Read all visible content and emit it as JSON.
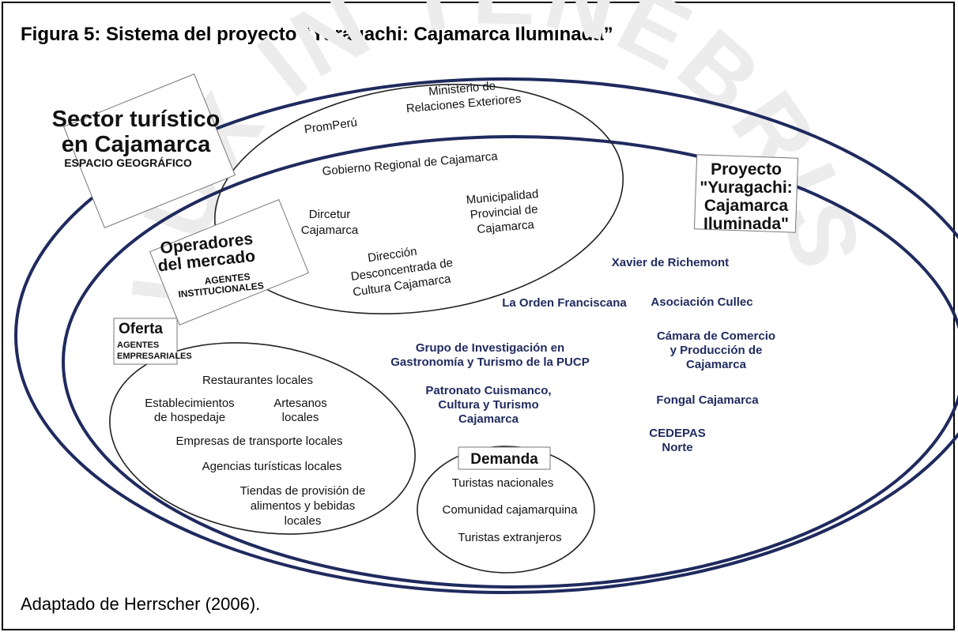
{
  "figure": {
    "title": "Figura 5: Sistema del proyecto “Yuragachi: Cajamarca Iluminada”",
    "source": "Adaptado de Herrscher (2006)."
  },
  "watermark": {
    "text": "LUX IN TENEBRIS LUCET"
  },
  "colors": {
    "outer_ellipse": "#1f2a5e",
    "entity_text": "#1f2a5e",
    "black": "#000000"
  },
  "sector": {
    "title_line1": "Sector turístico",
    "title_line2": "en Cajamarca",
    "subtitle": "ESPACIO GEOGRÁFICO"
  },
  "project": {
    "line1": "Proyecto",
    "line2": "\"Yuragachi:",
    "line3": "Cajamarca",
    "line4": "Iluminada\""
  },
  "operators": {
    "title_line1": "Operadores",
    "title_line2": "del mercado",
    "subtitle_line1": "AGENTES",
    "subtitle_line2": "INSTITUCIONALES",
    "items": {
      "promperu": "PromPerú",
      "ministerio_1": "Ministerio de",
      "ministerio_2": "Relaciones Exteriores",
      "gobierno": "Gobierno Regional de Cajamarca",
      "dircetur_1": "Dircetur",
      "dircetur_2": "Cajamarca",
      "muni_1": "Municipalidad",
      "muni_2": "Provincial de",
      "muni_3": "Cajamarca",
      "dir_1": "Dirección",
      "dir_2": "Desconcentrada de",
      "dir_3": "Cultura Cajamarca"
    }
  },
  "offer": {
    "title": "Oferta",
    "subtitle_line1": "AGENTES",
    "subtitle_line2": "EMPRESARIALES",
    "items": {
      "restaurantes": "Restaurantes locales",
      "estab_1": "Establecimientos",
      "estab_2": "de hospedaje",
      "artesanos_1": "Artesanos",
      "artesanos_2": "locales",
      "transporte": "Empresas de transporte locales",
      "agencias": "Agencias turísticas locales",
      "tiendas_1": "Tiendas de provisión de",
      "tiendas_2": "alimentos y bebidas",
      "tiendas_3": "locales"
    }
  },
  "demand": {
    "title": "Demanda",
    "items": {
      "nacionales": "Turistas nacionales",
      "comunidad": "Comunidad cajamarquina",
      "extranjeros": "Turistas extranjeros"
    }
  },
  "partners": {
    "xavier": "Xavier de Richemont",
    "franciscana": "La Orden Franciscana",
    "cullec": "Asociación Cullec",
    "camara_1": "Cámara de Comercio",
    "camara_2": "y Producción de",
    "camara_3": "Cajamarca",
    "grupo_1": "Grupo de Investigación en",
    "grupo_2": "Gastronomía y Turismo de la PUCP",
    "patronato_1": "Patronato Cuismanco,",
    "patronato_2": "Cultura y Turismo",
    "patronato_3": "Cajamarca",
    "fongal": "Fongal Cajamarca",
    "cedepas_1": "CEDEPAS",
    "cedepas_2": "Norte"
  }
}
